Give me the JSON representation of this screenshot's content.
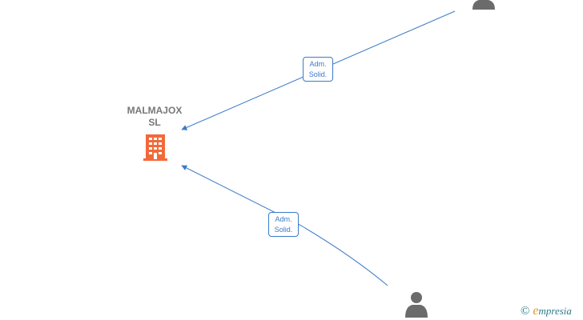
{
  "company": {
    "name_line1": "MALMAJOX",
    "name_line2": "SL",
    "icon": "building-icon",
    "icon_color": "#f26a3a"
  },
  "relations": [
    {
      "label_line1": "Adm.",
      "label_line2": "Solid."
    },
    {
      "label_line1": "Adm.",
      "label_line2": "Solid."
    }
  ],
  "people": [
    {
      "icon": "person-icon"
    },
    {
      "icon": "person-icon"
    }
  ],
  "colors": {
    "edge": "#3b7ac9",
    "person": "#6b6b6b",
    "label_text": "#777777"
  },
  "watermark": {
    "copyright_symbol": "©",
    "brand_initial": "e",
    "brand_rest": "mpresia"
  }
}
